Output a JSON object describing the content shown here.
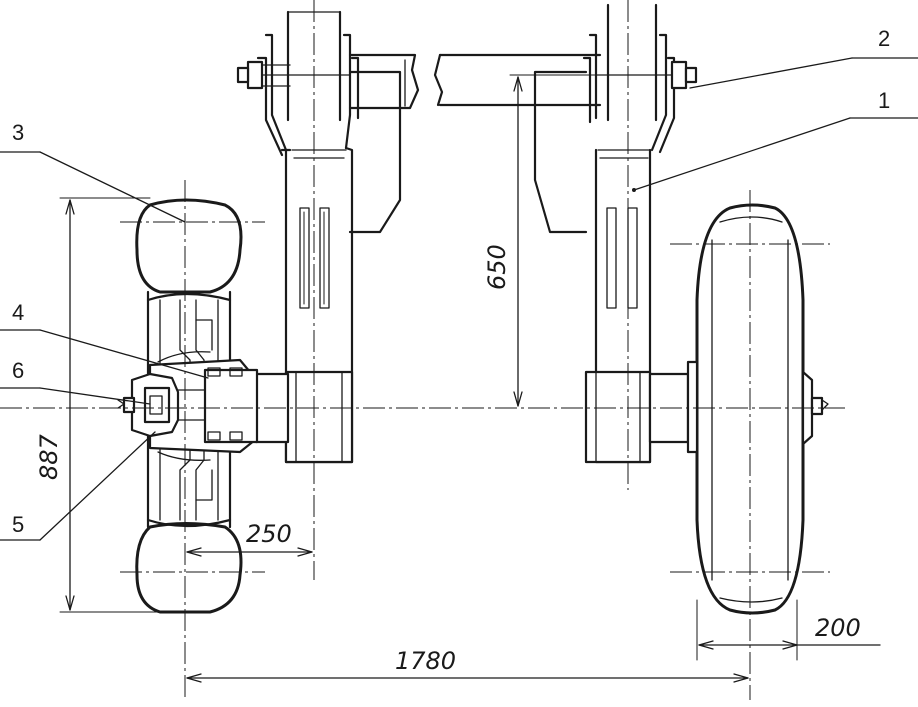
{
  "callouts": {
    "c1": "1",
    "c2": "2",
    "c3": "3",
    "c4": "4",
    "c5": "5",
    "c6": "6"
  },
  "dimensions": {
    "height_650": "650",
    "height_887": "887",
    "offset_250": "250",
    "track_1780": "1780",
    "width_200": "200"
  },
  "colors": {
    "ink": "#1a1a1a",
    "paper": "#ffffff"
  }
}
